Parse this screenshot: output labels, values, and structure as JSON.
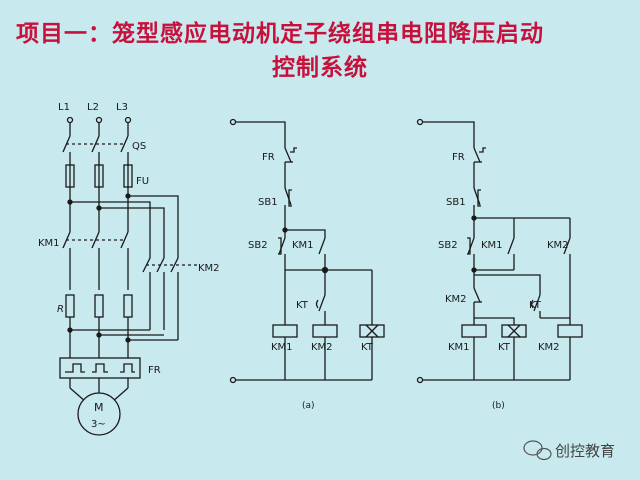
{
  "title": {
    "line1": "项目一：笼型感应电动机定子绕组串电阻降压启动",
    "line2": "控制系统"
  },
  "main_circuit": {
    "phases": [
      "L1",
      "L2",
      "L3"
    ],
    "qs": "QS",
    "fu": "FU",
    "km1": "KM1",
    "km2": "KM2",
    "r": "R",
    "fr": "FR",
    "motor": [
      "M",
      "3~"
    ]
  },
  "control_a": {
    "fr": "FR",
    "sb1": "SB1",
    "sb2": "SB2",
    "km1_contact": "KM1",
    "kt_contact": "KT",
    "coils": [
      "KM1",
      "KM2",
      "KT"
    ],
    "caption": "(a)"
  },
  "control_b": {
    "fr": "FR",
    "sb1": "SB1",
    "sb2": "SB2",
    "km1_contact": "KM1",
    "km2_contact_top": "KM2",
    "km2_contact_nc": "KM2",
    "kt_contact": "KT",
    "coils": [
      "KM1",
      "KT",
      "KM2"
    ],
    "caption": "(b)"
  },
  "watermark": "创控教育",
  "colors": {
    "title": "#c8103c",
    "line": "#1a1a1a",
    "background": "#c8e9ee"
  }
}
